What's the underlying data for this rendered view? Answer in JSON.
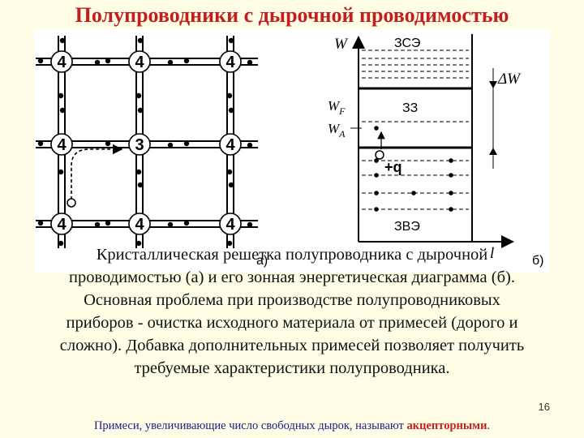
{
  "title": "Полупроводники с дырочной проводимостью",
  "lattice": {
    "atom_labels": [
      [
        "4",
        "4",
        "4"
      ],
      [
        "4",
        "3",
        "4"
      ],
      [
        "4",
        "4",
        "4"
      ]
    ],
    "panel_label": "а)"
  },
  "band_diagram": {
    "axis_y_label": "W",
    "axis_x_label": "l",
    "conduction_band": "ЗСЭ",
    "forbidden_band": "ЗЗ",
    "valence_band": "ЗВЭ",
    "gap_label": "ΔW",
    "fermi_label": "W",
    "fermi_sub": "F",
    "acceptor_label": "W",
    "acceptor_sub": "А",
    "hole_charge": "+q",
    "panel_label": "б)"
  },
  "caption": {
    "line1": "Кристаллическая решетка полупроводника с дырочной",
    "line2": "проводимостью (а) и его зонная энергетическая диаграмма (б).",
    "line3": "Основная проблема при производстве полупроводниковых",
    "line4": "приборов - очистка исходного материала от примесей (дорого и",
    "line5": "сложно). Добавка дополнительных примесей позволяет получить",
    "line6": "требуемые характеристики полупроводника."
  },
  "page_number": "16",
  "footnote": {
    "text": "Примеси, увеличивающие число свободных дырок, называют ",
    "emphasis": "акцепторными",
    "end": "."
  }
}
